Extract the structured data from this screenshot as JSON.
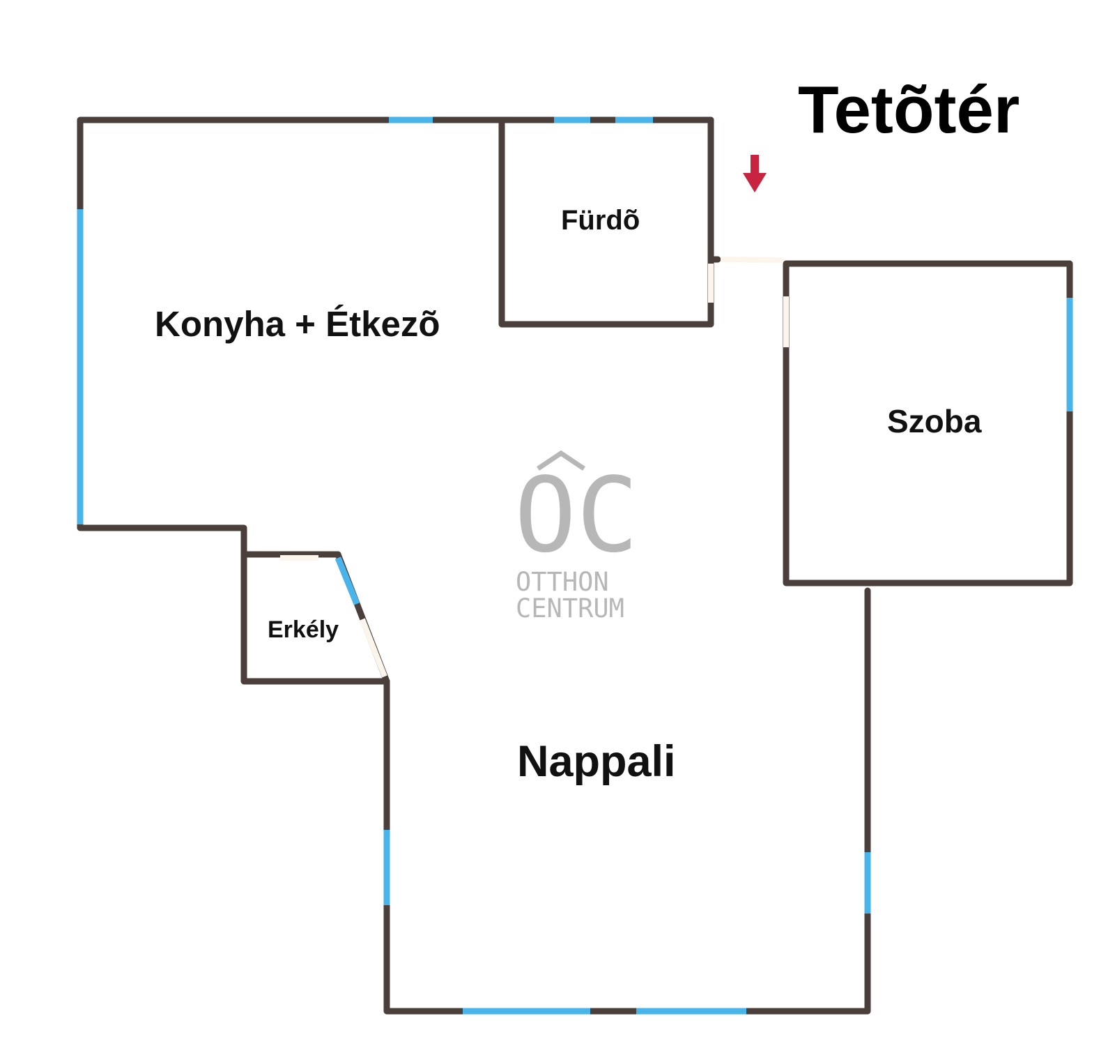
{
  "title": "Tetõtér",
  "rooms": {
    "kitchen": "Konyha + Étkezõ",
    "bathroom": "Fürdõ",
    "bedroom": "Szoba",
    "balcony": "Erkély",
    "living": "Nappali"
  },
  "logo": {
    "mark": "OC",
    "line1": "OTTHON",
    "line2": "CENTRUM"
  },
  "colors": {
    "wall": "#4a3f3a",
    "window": "#49b4ea",
    "door": "#fbf5ec",
    "entrance_arrow": "#c8243f",
    "logo": "#b7b7b7"
  },
  "icons": {
    "entrance": "entrance-arrow-icon"
  }
}
